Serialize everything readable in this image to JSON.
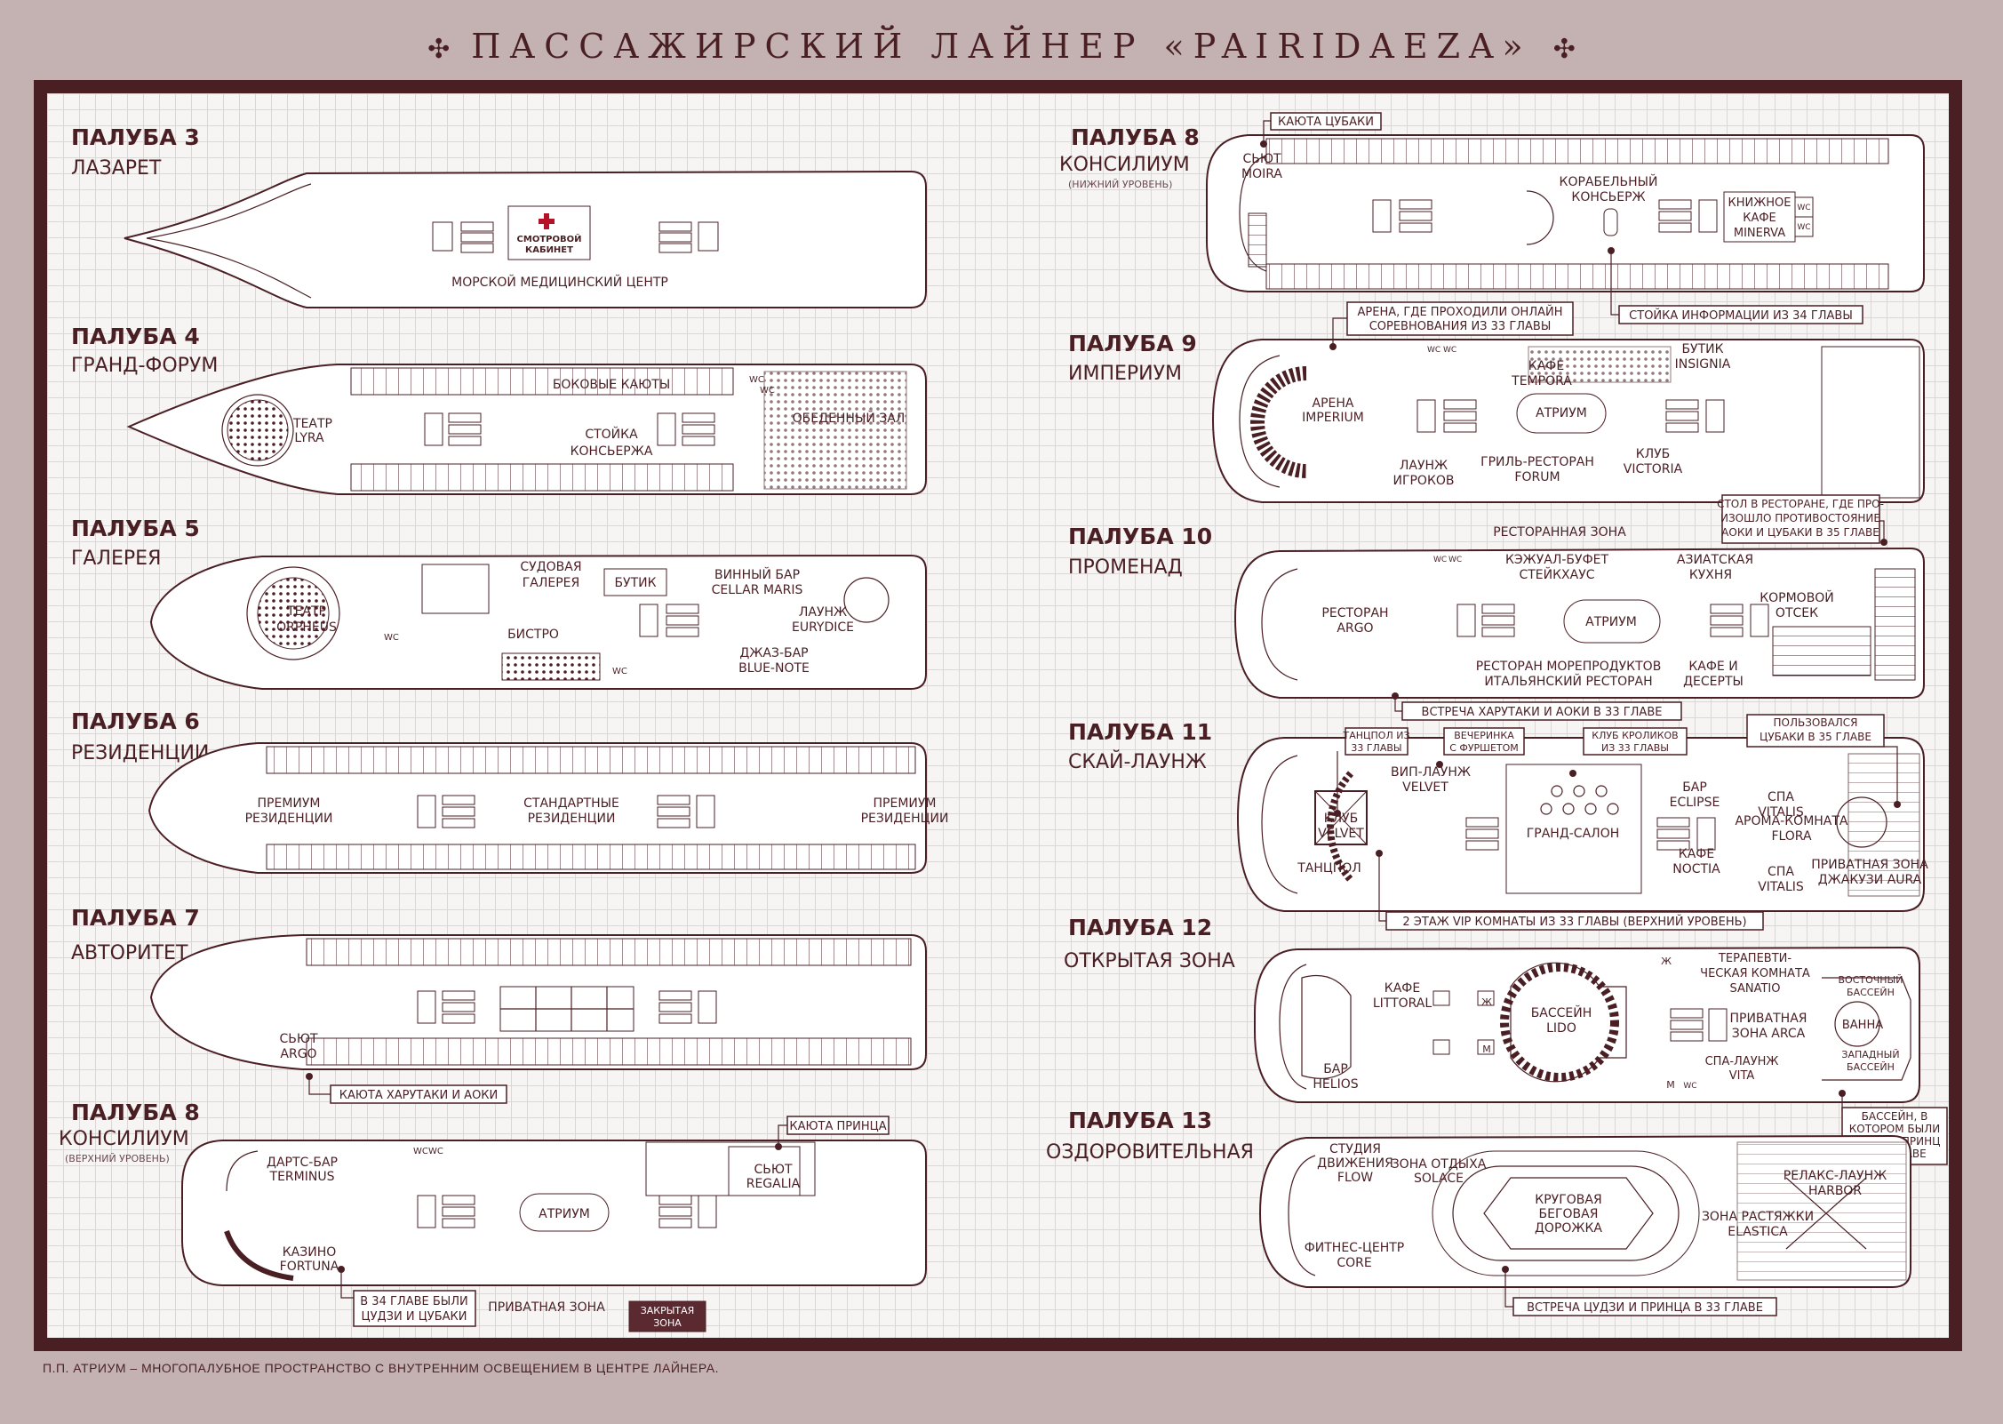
{
  "title": "ПАССАЖИРСКИЙ ЛАЙНЕР «PAIRIDAEZA»",
  "title_ornament": "✣",
  "footnote": "П.П. АТРИУМ – МНОГОПАЛУБНОЕ ПРОСТРАНСТВО С ВНУТРЕННИМ ОСВЕЩЕНИЕМ В ЦЕНТРЕ ЛАЙНЕРА.",
  "colors": {
    "accent": "#4a1f24",
    "background": "#c3b2b1",
    "grid": "#dcd6db",
    "closed_zone": "#5a2a30"
  },
  "decks": {
    "d3": {
      "number": "ПАЛУБА 3",
      "name": "ЛАЗАРЕТ",
      "labels": {
        "exam_room_1": "СМОТРОВОЙ",
        "exam_room_2": "КАБИНЕТ",
        "medical": "МОРСКОЙ МЕДИЦИНСКИЙ ЦЕНТР"
      }
    },
    "d4": {
      "number": "ПАЛУБА 4",
      "name": "ГРАНД-ФОРУМ",
      "labels": {
        "theatre_1": "ТЕАТР",
        "theatre_2": "LYRA",
        "side_cabins": "БОКОВЫЕ КАЮТЫ",
        "concierge_1": "СТОЙКА",
        "concierge_2": "КОНСЬЕРЖА",
        "dining": "ОБЕДЕННЫЙ ЗАЛ",
        "wc": "WC"
      }
    },
    "d5": {
      "number": "ПАЛУБА 5",
      "name": "ГАЛЕРЕЯ",
      "labels": {
        "theatre_1": "ТЕАТР",
        "theatre_2": "ORPHEUS",
        "gallery_1": "СУДОВАЯ",
        "gallery_2": "ГАЛЕРЕЯ",
        "boutique": "БУТИК",
        "wine_1": "ВИННЫЙ БАР",
        "wine_2": "CELLAR MARIS",
        "bistro": "БИСТРО",
        "lounge_1": "ЛАУНЖ",
        "lounge_2": "EURYDICE",
        "jazz_1": "ДЖАЗ-БАР",
        "jazz_2": "BLUE-NOTE",
        "wc": "WC"
      }
    },
    "d6": {
      "number": "ПАЛУБА 6",
      "name": "РЕЗИДЕНЦИИ",
      "labels": {
        "premium_a1": "ПРЕМИУМ",
        "premium_a2": "РЕЗИДЕНЦИИ",
        "standard_1": "СТАНДАРТНЫЕ",
        "standard_2": "РЕЗИДЕНЦИИ",
        "premium_b1": "ПРЕМИУМ",
        "premium_b2": "РЕЗИДЕНЦИИ"
      }
    },
    "d7": {
      "number": "ПАЛУБА 7",
      "name": "АВТОРИТЕТ",
      "labels": {
        "suite_1": "СЬЮТ",
        "suite_2": "ARGO"
      },
      "callouts": {
        "cabin": "КАЮТА ХАРУТАКИ И АОКИ"
      }
    },
    "d8u": {
      "number": "ПАЛУБА 8",
      "name": "КОНСИЛИУМ",
      "sub": "(ВЕРХНИЙ УРОВЕНЬ)",
      "labels": {
        "darts_1": "ДАРТС-БАР",
        "darts_2": "TERMINUS",
        "atrium": "АТРИУМ",
        "suite_1": "СЬЮТ",
        "suite_2": "REGALIA",
        "casino_1": "КАЗИНО",
        "casino_2": "FORTUNA",
        "private": "ПРИВАТНАЯ ЗОНА",
        "wc": "WC"
      },
      "callouts": {
        "prince": "КАЮТА ПРИНЦА",
        "ch34_1": "В 34 ГЛАВЕ БЫЛИ",
        "ch34_2": "ЦУДЗИ И ЦУБАКИ",
        "closed_1": "ЗАКРЫТАЯ",
        "closed_2": "ЗОНА"
      }
    },
    "d8l": {
      "number": "ПАЛУБА 8",
      "name": "КОНСИЛИУМ",
      "sub": "(НИЖНИЙ УРОВЕНЬ)",
      "labels": {
        "moira_1": "СЬЮТ",
        "moira_2": "MOIRA",
        "concierge_1": "КОРАБЕЛЬНЫЙ",
        "concierge_2": "КОНСЬЕРЖ",
        "book_1": "КНИЖНОЕ",
        "book_2": "КАФЕ",
        "book_3": "MINERVA",
        "wc": "WC"
      },
      "callouts": {
        "tsubaki": "КАЮТА ЦУБАКИ",
        "info": "СТОЙКА ИНФОРМАЦИИ ИЗ 34 ГЛАВЫ"
      }
    },
    "d9": {
      "number": "ПАЛУБА 9",
      "name": "ИМПЕРИУМ",
      "labels": {
        "arena_1": "АРЕНА",
        "arena_2": "IMPERIUM",
        "cafe_1": "КАФЕ",
        "cafe_2": "TEMPORA",
        "atrium": "АТРИУМ",
        "boutique_1": "БУТИК",
        "boutique_2": "INSIGNIA",
        "gamers_1": "ЛАУНЖ",
        "gamers_2": "ИГРОКОВ",
        "grill_1": "ГРИЛЬ-РЕСТОРАН",
        "grill_2": "FORUM",
        "club_1": "КЛУБ",
        "club_2": "VICTORIA",
        "wc": "WC"
      },
      "callouts": {
        "arena_1": "АРЕНА, ГДЕ ПРОХОДИЛИ ОНЛАЙН",
        "arena_2": "СОРЕВНОВАНИЯ ИЗ 33 ГЛАВЫ"
      }
    },
    "d10": {
      "number": "ПАЛУБА 10",
      "name": "ПРОМЕНАД",
      "labels": {
        "zone": "РЕСТОРАННАЯ ЗОНА",
        "argo_1": "РЕСТОРАН",
        "argo_2": "ARGO",
        "buffet_1": "КЭЖУАЛ-БУФЕТ",
        "buffet_2": "СТЕЙКХАУС",
        "asian_1": "АЗИАТСКАЯ",
        "asian_2": "КУХНЯ",
        "atrium": "АТРИУМ",
        "stern_1": "КОРМОВОЙ",
        "stern_2": "ОТСЕК",
        "sea_1": "РЕСТОРАН МОРЕПРОДУКТОВ",
        "sea_2": "ИТАЛЬЯНСКИЙ РЕСТОРАН",
        "desserts_1": "КАФЕ И",
        "desserts_2": "ДЕСЕРТЫ",
        "wc": "WC"
      },
      "callouts": {
        "table_1": "СТОЛ В РЕСТОРАНЕ, ГДЕ ПРО-",
        "table_2": "ИЗОШЛО ПРОТИВОСТОЯНИЕ",
        "table_3": "АОКИ И ЦУБАКИ В 35 ГЛАВЕ",
        "meet": "ВСТРЕЧА ХАРУТАКИ И АОКИ В 33 ГЛАВЕ"
      }
    },
    "d11": {
      "number": "ПАЛУБА 11",
      "name": "СКАЙ-ЛАУНЖ",
      "labels": {
        "velvet_1": "КЛУБ",
        "velvet_2": "VELVET",
        "dance": "ТАНЦПОЛ",
        "vip_1": "ВИП-ЛАУНЖ",
        "vip_2": "VELVET",
        "grand": "ГРАНД-САЛОН",
        "eclipse_1": "БАР",
        "eclipse_2": "ECLIPSE",
        "noctia_1": "КАФЕ",
        "noctia_2": "NOCTIA",
        "spa1_1": "СПА",
        "spa1_2": "VITALIS",
        "flora_1": "АРОМА-КОМНАТА",
        "flora_2": "FLORA",
        "spa2_1": "СПА",
        "spa2_2": "VITALIS",
        "aura_1": "ПРИВАТНАЯ ЗОНА",
        "aura_2": "ДЖАКУЗИ AURA"
      },
      "callouts": {
        "dance_1": "ТАНЦПОЛ ИЗ",
        "dance_2": "33 ГЛАВЫ",
        "party_1": "ВЕЧЕРИНКА",
        "party_2": "С ФУРШЕТОМ",
        "rabbits_1": "КЛУБ КРОЛИКОВ",
        "rabbits_2": "ИЗ 33 ГЛАВЫ",
        "used_1": "ПОЛЬЗОВАЛСЯ",
        "used_2": "ЦУБАКИ В 35 ГЛАВЕ",
        "vip2": "2 ЭТАЖ VIP КОМНАТЫ ИЗ 33 ГЛАВЫ (ВЕРХНИЙ УРОВЕНЬ)"
      }
    },
    "d12": {
      "number": "ПАЛУБА 12",
      "name": "ОТКРЫТАЯ ЗОНА",
      "labels": {
        "littoral_1": "КАФЕ",
        "littoral_2": "LITTORAL",
        "lido_1": "БАССЕЙН",
        "lido_2": "LIDO",
        "sanatio_1": "ТЕРАПЕВТИ-",
        "sanatio_2": "ЧЕСКАЯ КОМНАТА",
        "sanatio_3": "SANATIO",
        "east_1": "ВОСТОЧНЫЙ",
        "east_2": "БАССЕЙН",
        "arca_1": "ПРИВАТНАЯ",
        "arca_2": "ЗОНА ARCA",
        "bath": "ВАННА",
        "west_1": "ЗАПАДНЫЙ",
        "west_2": "БАССЕЙН",
        "vita_1": "СПА-ЛАУНЖ",
        "vita_2": "VITA",
        "helios_1": "БАР",
        "helios_2": "HELIOS",
        "wc": "WC",
        "zh": "Ж",
        "m": "М"
      },
      "callouts": {
        "pool_1": "БАССЕЙН, В",
        "pool_2": "КОТОРОМ БЫЛИ",
        "pool_3": "ЦУДЗИ И ПРИНЦ",
        "pool_4": "В 34 ГЛАВЕ"
      }
    },
    "d13": {
      "number": "ПАЛУБА 13",
      "name": "ОЗДОРОВИТЕЛЬНАЯ",
      "labels": {
        "flow_1": "СТУДИЯ",
        "flow_2": "ДВИЖЕНИЯ",
        "flow_3": "FLOW",
        "solace_1": "ЗОНА ОТДЫХА",
        "solace_2": "SOLACE",
        "track_1": "КРУГОВАЯ",
        "track_2": "БЕГОВАЯ",
        "track_3": "ДОРОЖКА",
        "harbor_1": "РЕЛАКС-ЛАУНЖ",
        "harbor_2": "HARBOR",
        "elastica_1": "ЗОНА РАСТЯЖКИ",
        "elastica_2": "ELASTICA",
        "core_1": "ФИТНЕС-ЦЕНТР",
        "core_2": "CORE"
      },
      "callouts": {
        "meet": "ВСТРЕЧА ЦУДЗИ И ПРИНЦА В 33 ГЛАВЕ"
      }
    }
  }
}
